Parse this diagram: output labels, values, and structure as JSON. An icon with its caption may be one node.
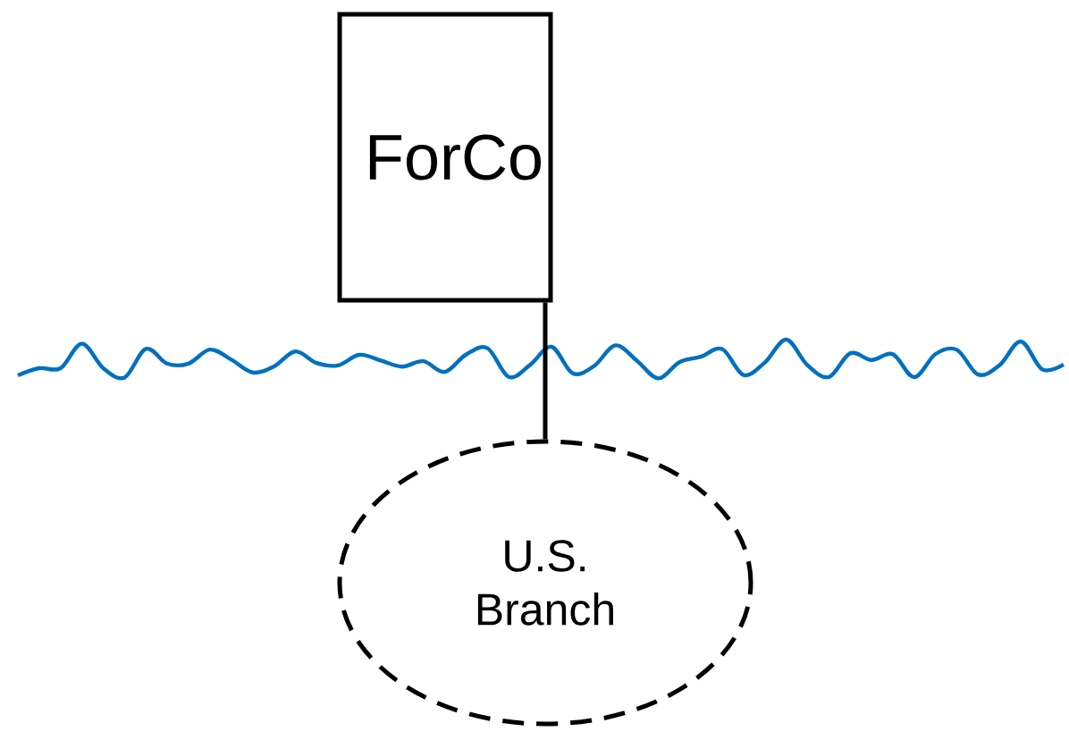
{
  "diagram": {
    "nodes": [
      {
        "text": [
          "ForCo"
        ]
      },
      {
        "text": [
          "U.S. Branch"
        ]
      }
    ],
    "edges": [
      {
        "from": 0,
        "to": 1,
        "arrow": "none"
      }
    ]
  }
}
